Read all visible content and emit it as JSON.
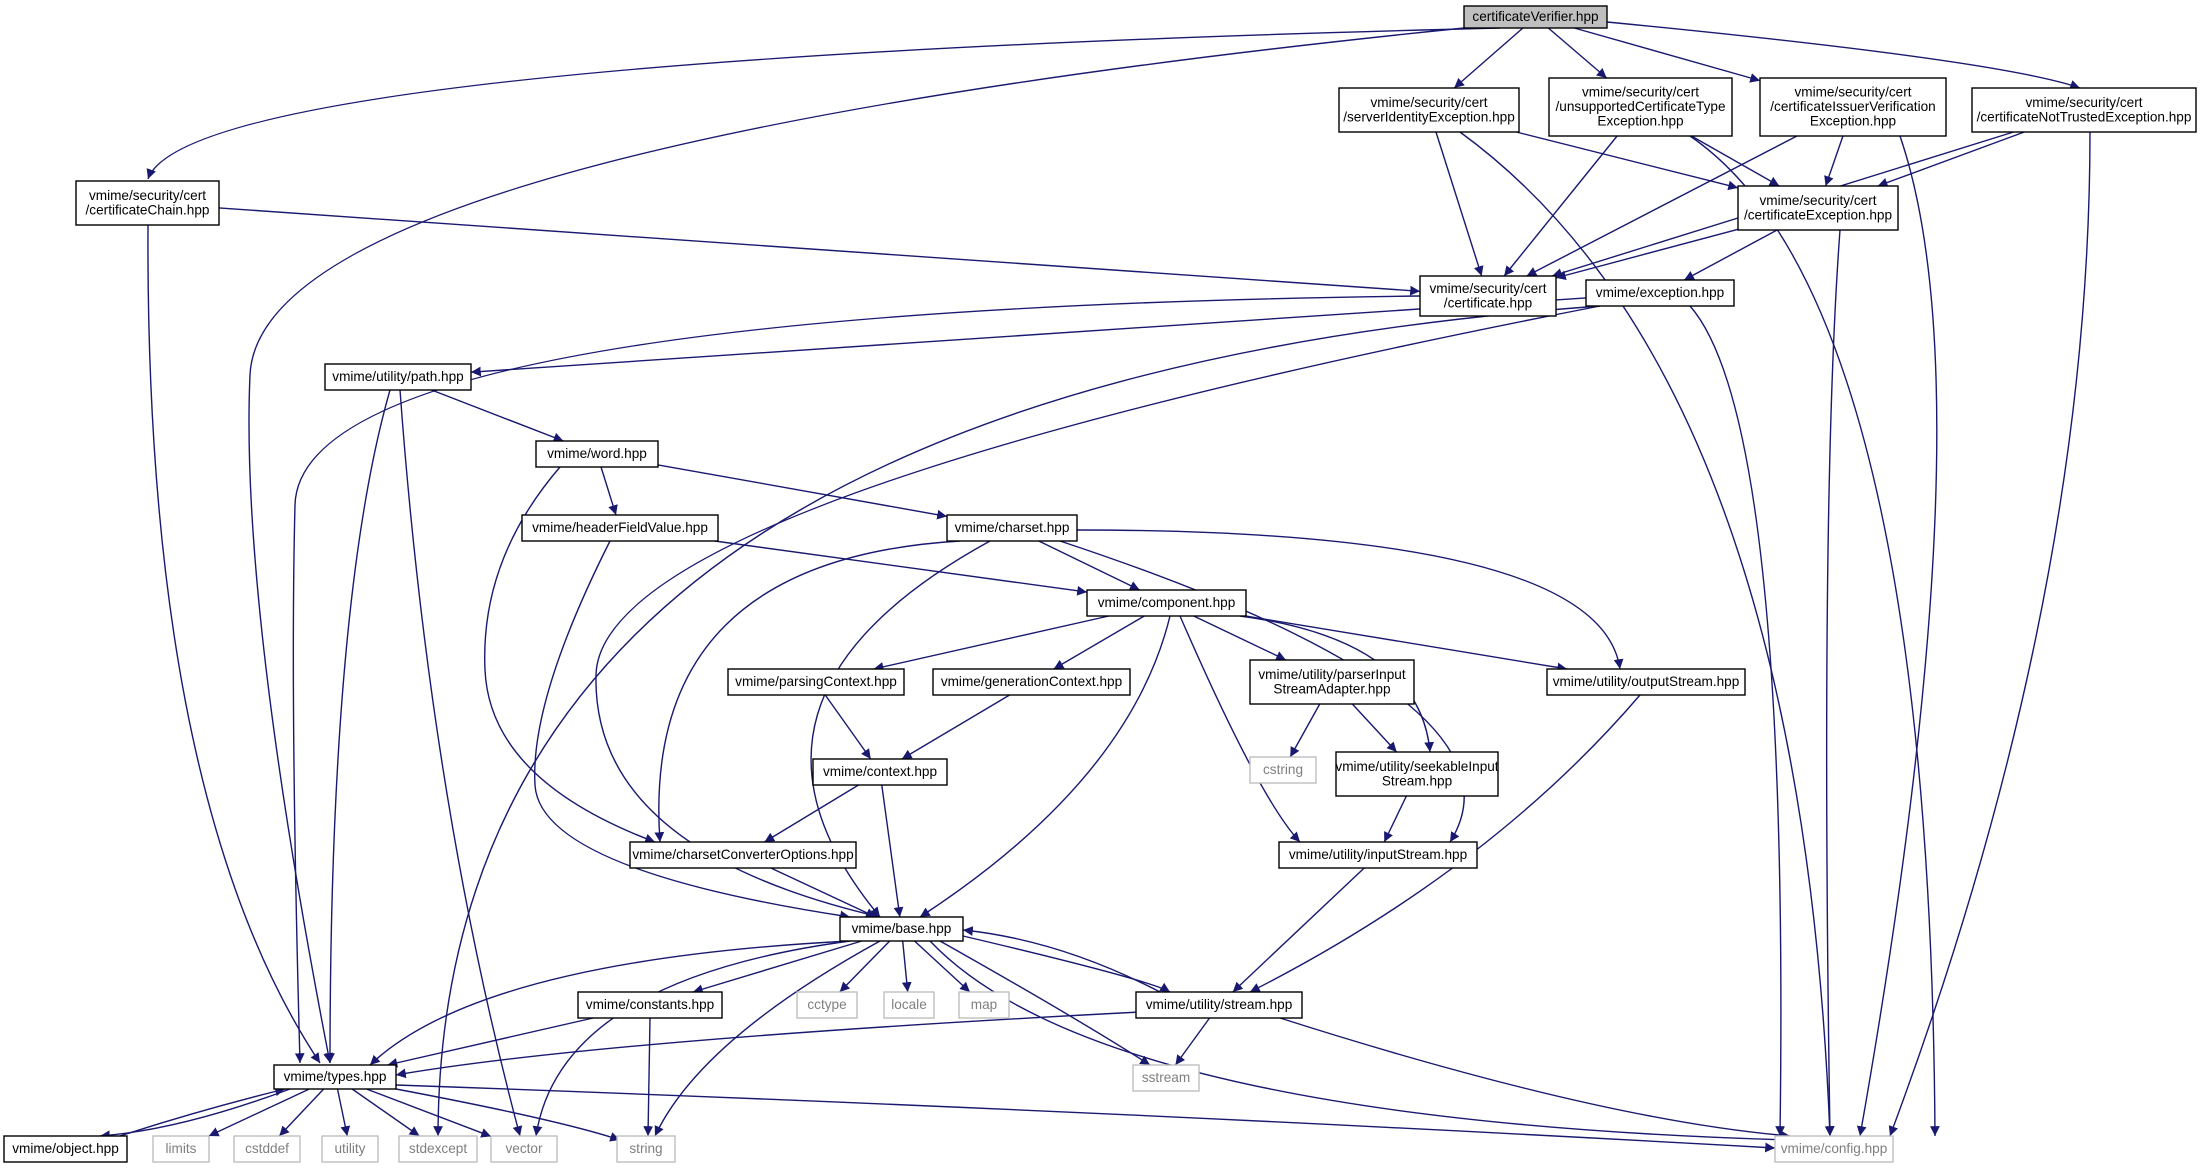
{
  "colors": {
    "edge": "#191970",
    "node_border": "#000000",
    "system_border": "#bfbfbf",
    "system_text": "#7f7f7f",
    "root_fill": "#bfbfbf",
    "node_fill": "#ffffff"
  },
  "diagram": {
    "nodes": [
      {
        "id": "root",
        "lines": [
          "certificateVerifier.hpp"
        ],
        "kind": "root"
      },
      {
        "id": "certchain",
        "lines": [
          "vmime/security/cert",
          "/certificateChain.hpp"
        ],
        "kind": "file"
      },
      {
        "id": "serverid",
        "lines": [
          "vmime/security/cert",
          "/serverIdentityException.hpp"
        ],
        "kind": "file"
      },
      {
        "id": "unsupported",
        "lines": [
          "vmime/security/cert",
          "/unsupportedCertificateType",
          "Exception.hpp"
        ],
        "kind": "file"
      },
      {
        "id": "issuer",
        "lines": [
          "vmime/security/cert",
          "/certificateIssuerVerification",
          "Exception.hpp"
        ],
        "kind": "file"
      },
      {
        "id": "nottrusted",
        "lines": [
          "vmime/security/cert",
          "/certificateNotTrustedException.hpp"
        ],
        "kind": "file"
      },
      {
        "id": "certexc",
        "lines": [
          "vmime/security/cert",
          "/certificateException.hpp"
        ],
        "kind": "file"
      },
      {
        "id": "cert",
        "lines": [
          "vmime/security/cert",
          "/certificate.hpp"
        ],
        "kind": "file"
      },
      {
        "id": "exception",
        "lines": [
          "vmime/exception.hpp"
        ],
        "kind": "file"
      },
      {
        "id": "path",
        "lines": [
          "vmime/utility/path.hpp"
        ],
        "kind": "file"
      },
      {
        "id": "word",
        "lines": [
          "vmime/word.hpp"
        ],
        "kind": "file"
      },
      {
        "id": "hfv",
        "lines": [
          "vmime/headerFieldValue.hpp"
        ],
        "kind": "file"
      },
      {
        "id": "charset",
        "lines": [
          "vmime/charset.hpp"
        ],
        "kind": "file"
      },
      {
        "id": "component",
        "lines": [
          "vmime/component.hpp"
        ],
        "kind": "file"
      },
      {
        "id": "parsingctx",
        "lines": [
          "vmime/parsingContext.hpp"
        ],
        "kind": "file"
      },
      {
        "id": "genctx",
        "lines": [
          "vmime/generationContext.hpp"
        ],
        "kind": "file"
      },
      {
        "id": "pisa",
        "lines": [
          "vmime/utility/parserInput",
          "StreamAdapter.hpp"
        ],
        "kind": "file"
      },
      {
        "id": "outstream",
        "lines": [
          "vmime/utility/outputStream.hpp"
        ],
        "kind": "file"
      },
      {
        "id": "cstring",
        "lines": [
          "cstring"
        ],
        "kind": "system"
      },
      {
        "id": "seekable",
        "lines": [
          "vmime/utility/seekableInput",
          "Stream.hpp"
        ],
        "kind": "file"
      },
      {
        "id": "context",
        "lines": [
          "vmime/context.hpp"
        ],
        "kind": "file"
      },
      {
        "id": "cco",
        "lines": [
          "vmime/charsetConverterOptions.hpp"
        ],
        "kind": "file"
      },
      {
        "id": "instream",
        "lines": [
          "vmime/utility/inputStream.hpp"
        ],
        "kind": "file"
      },
      {
        "id": "base",
        "lines": [
          "vmime/base.hpp"
        ],
        "kind": "file"
      },
      {
        "id": "constants",
        "lines": [
          "vmime/constants.hpp"
        ],
        "kind": "file"
      },
      {
        "id": "cctype",
        "lines": [
          "cctype"
        ],
        "kind": "system"
      },
      {
        "id": "locale",
        "lines": [
          "locale"
        ],
        "kind": "system"
      },
      {
        "id": "map",
        "lines": [
          "map"
        ],
        "kind": "system"
      },
      {
        "id": "stream",
        "lines": [
          "vmime/utility/stream.hpp"
        ],
        "kind": "file"
      },
      {
        "id": "sstream",
        "lines": [
          "sstream"
        ],
        "kind": "system"
      },
      {
        "id": "types",
        "lines": [
          "vmime/types.hpp"
        ],
        "kind": "file"
      },
      {
        "id": "object",
        "lines": [
          "vmime/object.hpp"
        ],
        "kind": "file"
      },
      {
        "id": "limits",
        "lines": [
          "limits"
        ],
        "kind": "system"
      },
      {
        "id": "cstddef",
        "lines": [
          "cstddef"
        ],
        "kind": "system"
      },
      {
        "id": "utility",
        "lines": [
          "utility"
        ],
        "kind": "system"
      },
      {
        "id": "stdexcept",
        "lines": [
          "stdexcept"
        ],
        "kind": "system"
      },
      {
        "id": "vector",
        "lines": [
          "vector"
        ],
        "kind": "system"
      },
      {
        "id": "string",
        "lines": [
          "string"
        ],
        "kind": "system"
      },
      {
        "id": "config",
        "lines": [
          "vmime/config.hpp"
        ],
        "kind": "system"
      }
    ],
    "edges": [
      [
        "root",
        "certchain"
      ],
      [
        "root",
        "types"
      ],
      [
        "root",
        "serverid"
      ],
      [
        "root",
        "unsupported"
      ],
      [
        "root",
        "issuer"
      ],
      [
        "root",
        "nottrusted"
      ],
      [
        "certchain",
        "types"
      ],
      [
        "certchain",
        "cert"
      ],
      [
        "serverid",
        "cert"
      ],
      [
        "serverid",
        "certexc"
      ],
      [
        "serverid",
        "config"
      ],
      [
        "unsupported",
        "cert"
      ],
      [
        "unsupported",
        "certexc"
      ],
      [
        "unsupported",
        "config"
      ],
      [
        "issuer",
        "cert"
      ],
      [
        "issuer",
        "certexc"
      ],
      [
        "issuer",
        "config"
      ],
      [
        "nottrusted",
        "cert"
      ],
      [
        "nottrusted",
        "certexc"
      ],
      [
        "nottrusted",
        "config"
      ],
      [
        "certexc",
        "cert"
      ],
      [
        "certexc",
        "exception"
      ],
      [
        "certexc",
        "config"
      ],
      [
        "cert",
        "types"
      ],
      [
        "exception",
        "path"
      ],
      [
        "exception",
        "base"
      ],
      [
        "exception",
        "stdexcept"
      ],
      [
        "exception",
        "config"
      ],
      [
        "path",
        "word"
      ],
      [
        "path",
        "types"
      ],
      [
        "path",
        "vector"
      ],
      [
        "word",
        "hfv"
      ],
      [
        "word",
        "charset"
      ],
      [
        "word",
        "cco"
      ],
      [
        "hfv",
        "component"
      ],
      [
        "hfv",
        "base"
      ],
      [
        "charset",
        "component"
      ],
      [
        "charset",
        "outstream"
      ],
      [
        "charset",
        "instream"
      ],
      [
        "charset",
        "cco"
      ],
      [
        "charset",
        "base"
      ],
      [
        "component",
        "parsingctx"
      ],
      [
        "component",
        "genctx"
      ],
      [
        "component",
        "pisa"
      ],
      [
        "component",
        "outstream"
      ],
      [
        "component",
        "seekable"
      ],
      [
        "component",
        "instream"
      ],
      [
        "component",
        "base"
      ],
      [
        "parsingctx",
        "context"
      ],
      [
        "genctx",
        "context"
      ],
      [
        "pisa",
        "cstring"
      ],
      [
        "pisa",
        "seekable"
      ],
      [
        "outstream",
        "stream"
      ],
      [
        "seekable",
        "instream"
      ],
      [
        "context",
        "cco"
      ],
      [
        "context",
        "base"
      ],
      [
        "cco",
        "base"
      ],
      [
        "instream",
        "stream"
      ],
      [
        "base",
        "types"
      ],
      [
        "base",
        "constants"
      ],
      [
        "base",
        "cctype"
      ],
      [
        "base",
        "locale"
      ],
      [
        "base",
        "map"
      ],
      [
        "base",
        "stream"
      ],
      [
        "base",
        "sstream"
      ],
      [
        "base",
        "vector"
      ],
      [
        "base",
        "string"
      ],
      [
        "base",
        "config"
      ],
      [
        "constants",
        "types"
      ],
      [
        "constants",
        "string"
      ],
      [
        "stream",
        "base"
      ],
      [
        "stream",
        "types"
      ],
      [
        "stream",
        "sstream"
      ],
      [
        "stream",
        "config"
      ],
      [
        "types",
        "object"
      ],
      [
        "types",
        "limits"
      ],
      [
        "types",
        "cstddef"
      ],
      [
        "types",
        "utility"
      ],
      [
        "types",
        "stdexcept"
      ],
      [
        "types",
        "vector"
      ],
      [
        "types",
        "string"
      ],
      [
        "types",
        "config"
      ],
      [
        "object",
        "types"
      ]
    ]
  }
}
